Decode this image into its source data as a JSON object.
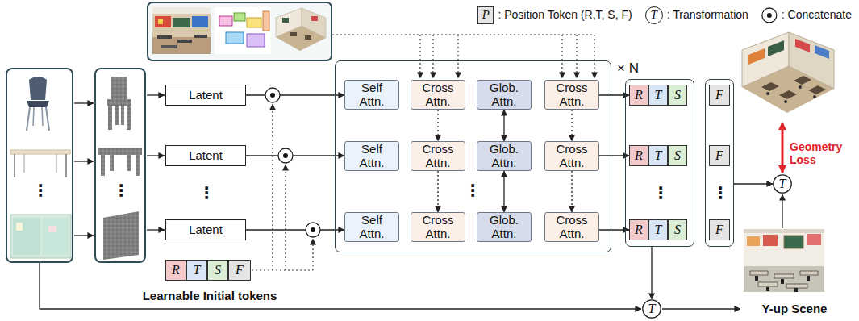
{
  "diagram": {
    "nodes": [
      {
        "text": [
          "Latent"
        ]
      },
      {
        "text": [
          "Latent"
        ]
      },
      {
        "text": [
          "Latent"
        ]
      },
      {
        "text": [
          "× N"
        ]
      },
      {
        "text": [
          "Self Attn."
        ],
        "in": 3
      },
      {
        "text": [
          "Cross Attn."
        ],
        "in": 3
      },
      {
        "text": [
          "Glob. Attn."
        ],
        "in": 3
      },
      {
        "text": [
          "Cross Attn."
        ],
        "in": 3
      },
      {
        "text": [
          "Self Attn."
        ],
        "in": 3
      },
      {
        "text": [
          "Cross Attn."
        ],
        "in": 3
      },
      {
        "text": [
          "Glob. Attn."
        ],
        "in": 3
      },
      {
        "text": [
          "Cross Attn."
        ],
        "in": 3
      },
      {
        "text": [
          "Self Attn."
        ],
        "in": 3
      },
      {
        "text": [
          "Cross Attn."
        ],
        "in": 3
      },
      {
        "text": [
          "Glob. Attn."
        ],
        "in": 3
      },
      {
        "text": [
          "Cross Attn."
        ],
        "in": 3
      },
      {
        "text": []
      },
      {
        "text": [
          "R"
        ],
        "in": 16
      },
      {
        "text": [
          "T"
        ],
        "in": 16
      },
      {
        "text": [
          "S"
        ],
        "in": 16
      },
      {
        "text": [
          "R"
        ],
        "in": 16
      },
      {
        "text": [
          "T"
        ],
        "in": 16
      },
      {
        "text": [
          "S"
        ],
        "in": 16
      },
      {
        "text": [
          "R"
        ],
        "in": 16
      },
      {
        "text": [
          "T"
        ],
        "in": 16
      },
      {
        "text": [
          "S"
        ],
        "in": 16
      },
      {
        "text": []
      },
      {
        "text": [
          "F"
        ],
        "in": 26
      },
      {
        "text": [
          "F"
        ],
        "in": 26
      },
      {
        "text": [
          "F"
        ],
        "in": 26
      },
      {
        "text": [
          "R"
        ]
      },
      {
        "text": [
          "T"
        ]
      },
      {
        "text": [
          "S"
        ]
      },
      {
        "text": [
          "F"
        ]
      },
      {
        "text": [
          "T"
        ]
      },
      {
        "text": [
          "T"
        ]
      }
    ],
    "edges": [
      {
        "from": 0,
        "to": 4,
        "arrow": "to"
      },
      {
        "from": 1,
        "to": 8,
        "arrow": "to"
      },
      {
        "from": 2,
        "to": 12,
        "arrow": "to"
      },
      {
        "from": 5,
        "to": 9,
        "arrow": "to"
      },
      {
        "from": 9,
        "to": 13,
        "arrow": "to"
      },
      {
        "from": 7,
        "to": 11,
        "arrow": "to"
      },
      {
        "from": 11,
        "to": 15,
        "arrow": "to"
      },
      {
        "from": 6,
        "to": 10,
        "arrow": "both"
      },
      {
        "from": 10,
        "to": 14,
        "arrow": "both"
      },
      {
        "from": 7,
        "to": 17,
        "arrow": "to"
      },
      {
        "from": 11,
        "to": 20,
        "arrow": "to"
      },
      {
        "from": 15,
        "to": 23,
        "arrow": "to"
      },
      {
        "from": 16,
        "to": 35,
        "arrow": "to"
      },
      {
        "from": 26,
        "to": 34,
        "arrow": "to"
      }
    ],
    "labels": [
      "P",
      "T",
      "⋮",
      "⋮",
      "⋮",
      "⋮",
      "⋮",
      "⋮",
      "Learnable Initial tokens",
      "Geometry Loss",
      "Y-up Scene"
    ],
    "legend": [
      {
        "text": ": Position Token (R,T, S, F)"
      },
      {
        "text": ": Transformation"
      },
      {
        "text": ": Concatenate"
      }
    ]
  }
}
